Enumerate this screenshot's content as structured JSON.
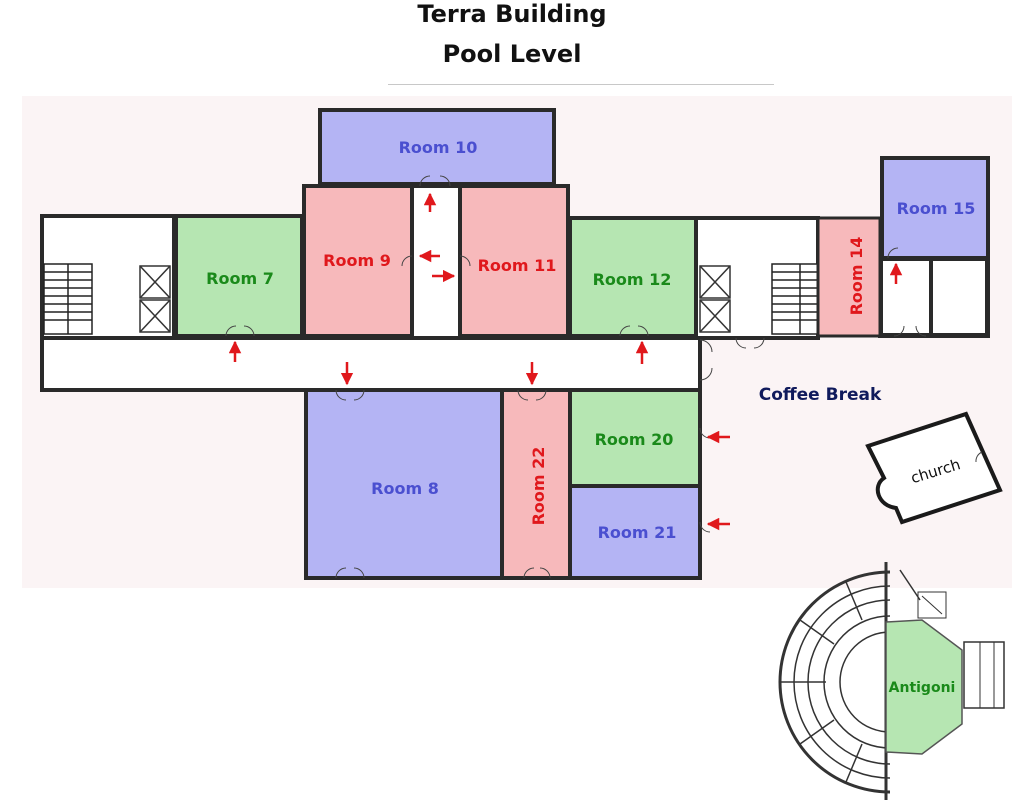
{
  "title": {
    "line1": "Terra Building",
    "line2": "Pool Level"
  },
  "rooms": {
    "room7": "Room 7",
    "room8": "Room 8",
    "room9": "Room 9",
    "room10": "Room 10",
    "room11": "Room 11",
    "room12": "Room 12",
    "room14": "Room 14",
    "room15": "Room 15",
    "room20": "Room 20",
    "room21": "Room 21",
    "room22": "Room 22",
    "antigoni": "Antigoni"
  },
  "labels": {
    "coffee": "Coffee Break",
    "church": "church"
  },
  "colors": {
    "blue_room": "#b4b4f4",
    "red_room": "#f7b9bb",
    "green_room": "#b6e6b2",
    "wall": "#2a2a2a",
    "arrow": "#e0181c"
  }
}
